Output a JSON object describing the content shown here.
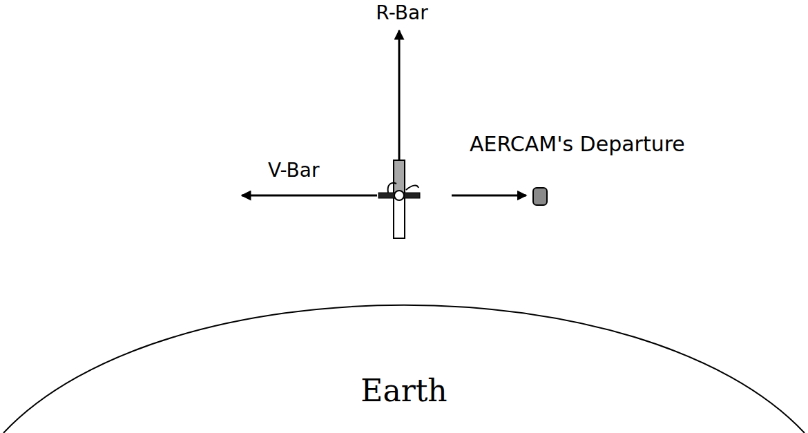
{
  "diagram": {
    "nodes": [
      {
        "text": [
          "Earth"
        ]
      }
    ],
    "labels": [
      "R-Bar",
      "V-Bar",
      "AERCAM's Departure"
    ]
  }
}
